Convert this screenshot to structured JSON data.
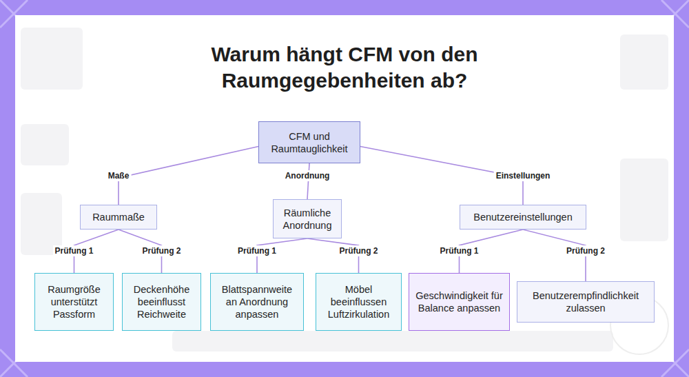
{
  "diagram": {
    "title": "Warum hängt CFM von den Raumgegebenheiten ab?",
    "nodes": [
      {
        "text": [
          "CFM und Raumtauglichkeit"
        ]
      },
      {
        "text": [
          "Raummaße"
        ]
      },
      {
        "text": [
          "Räumliche Anordnung"
        ]
      },
      {
        "text": [
          "Benutzereinstellungen"
        ]
      },
      {
        "text": [
          "Raumgröße unterstützt Passform"
        ]
      },
      {
        "text": [
          "Deckenhöhe beeinflusst Reichweite"
        ]
      },
      {
        "text": [
          "Blattspannweite an Anordnung anpassen"
        ]
      },
      {
        "text": [
          "Möbel beeinflussen Luftzirkulation"
        ]
      },
      {
        "text": [
          "Geschwindigkeit für Balance anpassen"
        ]
      },
      {
        "text": [
          "Benutzerempfindlichkeit zulassen"
        ]
      }
    ],
    "edges": [
      {
        "from": 0,
        "to": 1,
        "label": "Maße",
        "arrow": "none"
      },
      {
        "from": 0,
        "to": 2,
        "label": "Anordnung",
        "arrow": "none"
      },
      {
        "from": 0,
        "to": 3,
        "label": "Einstellungen",
        "arrow": "none"
      },
      {
        "from": 1,
        "to": 4,
        "label": "Prüfung 1",
        "arrow": "none"
      },
      {
        "from": 1,
        "to": 5,
        "label": "Prüfung 2",
        "arrow": "none"
      },
      {
        "from": 2,
        "to": 6,
        "label": "Prüfung 1",
        "arrow": "none"
      },
      {
        "from": 2,
        "to": 7,
        "label": "Prüfung 2",
        "arrow": "none"
      },
      {
        "from": 3,
        "to": 8,
        "label": "Prüfung 1",
        "arrow": "none"
      },
      {
        "from": 3,
        "to": 9,
        "label": "Prüfung 2",
        "arrow": "none"
      }
    ]
  }
}
